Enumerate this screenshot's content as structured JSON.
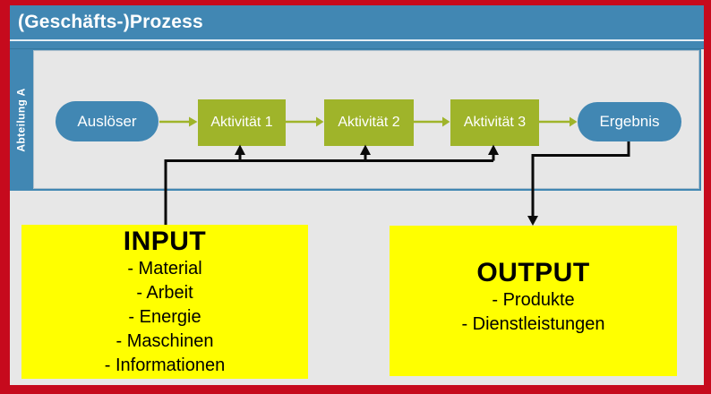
{
  "header": {
    "title": "(Geschäfts-)Prozess"
  },
  "lane": {
    "label": "Abteilung A"
  },
  "flow": {
    "trigger": "Auslöser",
    "activities": [
      "Aktivität 1",
      "Aktivität 2",
      "Aktivität 3"
    ],
    "result": "Ergebnis"
  },
  "input_box": {
    "title": "INPUT",
    "items": [
      "- Material",
      "- Arbeit",
      "- Energie",
      "- Maschinen",
      "- Informationen"
    ]
  },
  "output_box": {
    "title": "OUTPUT",
    "items": [
      "- Produkte",
      "- Dienstleistungen"
    ]
  },
  "colors": {
    "frame_red": "#c60a1d",
    "accent_blue": "#4187b3",
    "accent_green": "#9fb42a",
    "highlight_yellow": "#ffff00",
    "background_gray": "#e7e7e7"
  }
}
